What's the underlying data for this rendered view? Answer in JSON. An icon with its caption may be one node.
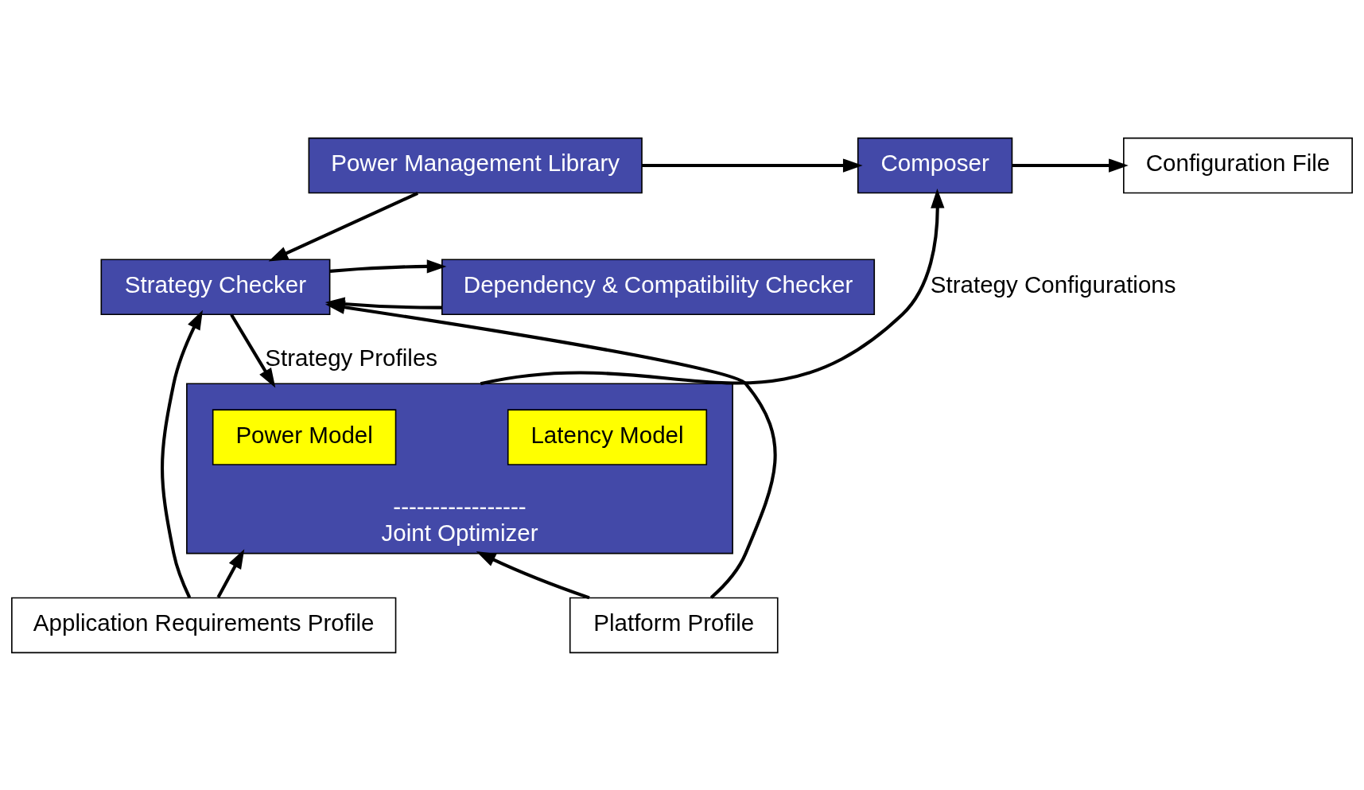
{
  "diagram": {
    "nodes": [
      {
        "text": [
          "Power Management Library"
        ]
      },
      {
        "text": [
          "Composer"
        ]
      },
      {
        "text": [
          "Configuration File"
        ]
      },
      {
        "text": [
          "Dependency & Compatibility Checker"
        ]
      },
      {
        "text": [
          "Strategy Checker"
        ]
      },
      {
        "text": [
          "-----------------",
          "Joint Optimizer"
        ]
      },
      {
        "text": [
          "Power Model"
        ],
        "in": 5
      },
      {
        "text": [
          "Latency Model"
        ],
        "in": 5
      },
      {
        "text": [
          "Application Requirements Profile"
        ]
      },
      {
        "text": [
          "Platform Profile"
        ]
      }
    ],
    "edges": [
      {
        "from": 0,
        "to": 1,
        "arrow": "to"
      },
      {
        "from": 1,
        "to": 2,
        "arrow": "to"
      },
      {
        "from": 0,
        "to": 4,
        "arrow": "to"
      },
      {
        "from": 3,
        "to": 4,
        "arrow": "to"
      },
      {
        "from": 4,
        "to": 3,
        "arrow": "to"
      },
      {
        "from": 4,
        "to": 5,
        "arrow": "to",
        "label": "Strategy Profiles"
      },
      {
        "from": 5,
        "to": 1,
        "arrow": "to",
        "label": "Strategy Configurations"
      },
      {
        "from": 8,
        "to": 4,
        "arrow": "to"
      },
      {
        "from": 8,
        "to": 5,
        "arrow": "to"
      },
      {
        "from": 9,
        "to": 4,
        "arrow": "to"
      },
      {
        "from": 9,
        "to": 5,
        "arrow": "to"
      }
    ]
  }
}
